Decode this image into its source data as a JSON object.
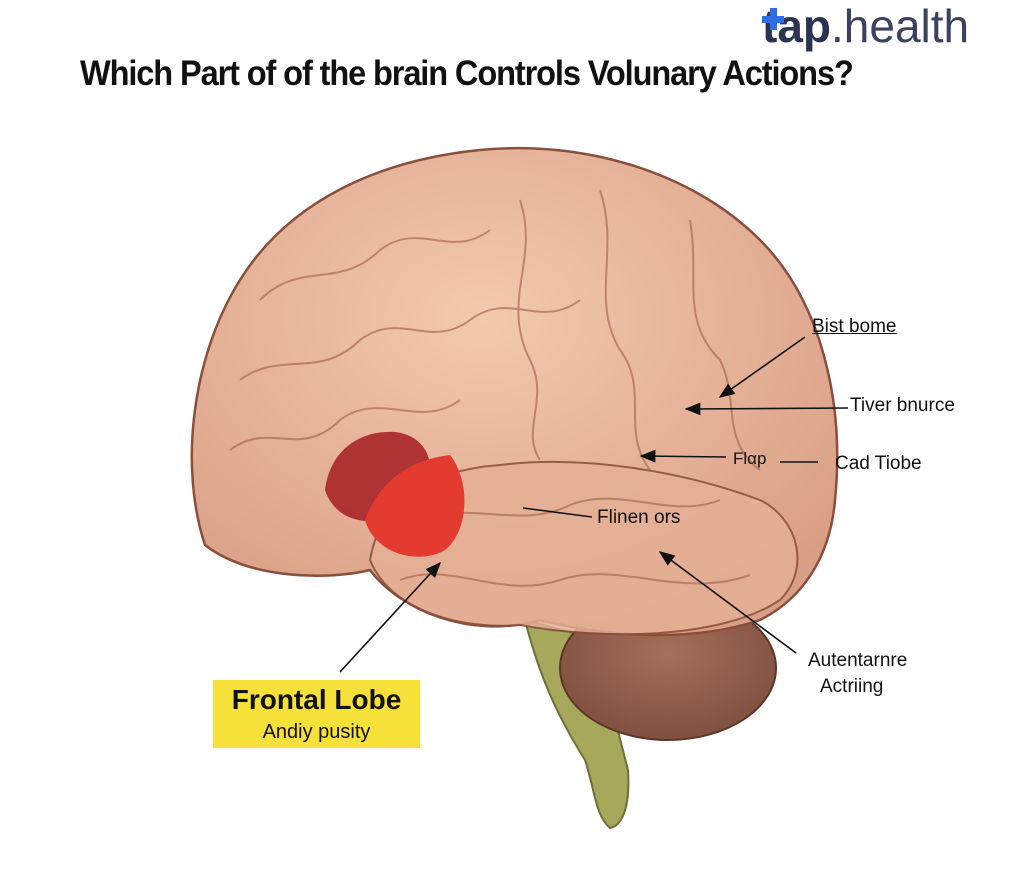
{
  "title": "Which Part of of the brain Controls Volunary Actions?",
  "logo": {
    "bold": "tap",
    "light": ".health",
    "accent_color": "#2f6ee6"
  },
  "labels": {
    "bist_bome": "Bist bome",
    "tiver_bnurce": "Tiver bnurce",
    "flap": "Flαp",
    "cad_tiobe": "Cad Tiobe",
    "flinen_ors": "Flinen ors",
    "autentarnre": "Autentarnre",
    "actriing": "Actriing"
  },
  "highlight_box": {
    "title": "Frontal Lobe",
    "subtitle": "Andiy pusity",
    "color": "#f6e03a"
  }
}
